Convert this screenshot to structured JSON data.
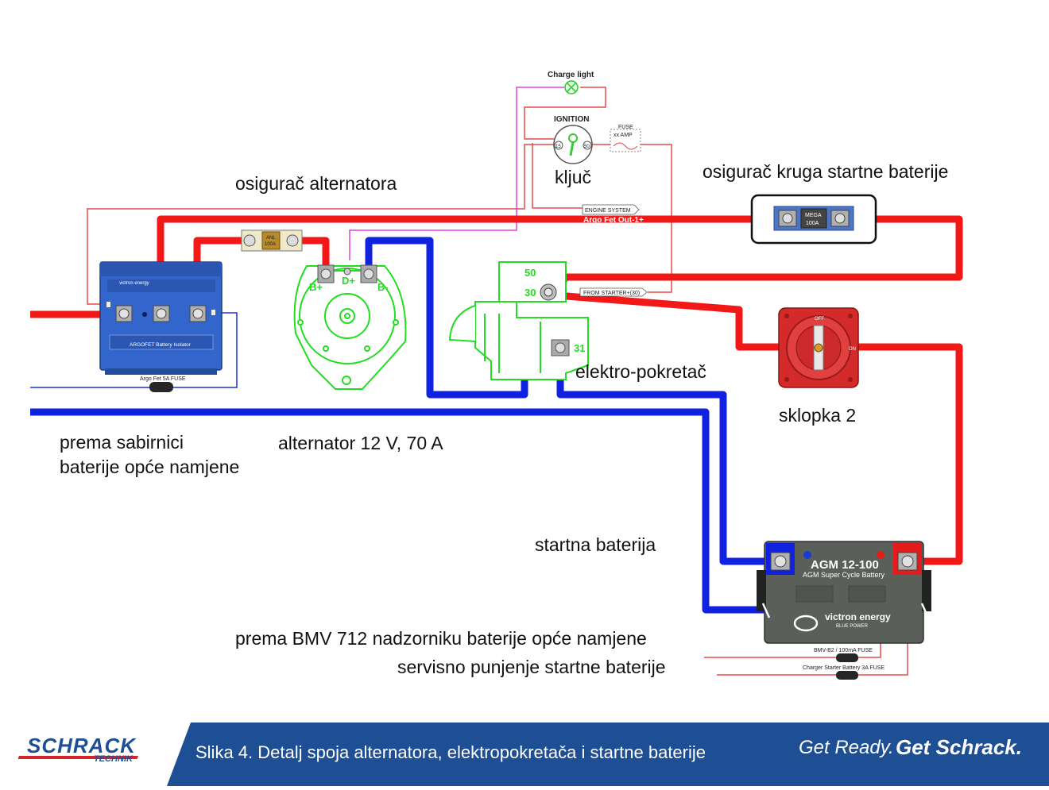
{
  "labels": {
    "alternator_fuse": "osigurač alternatora",
    "key": "ključ",
    "starter_fuse": "osigurač kruga startne baterije",
    "starter_motor": "elektro-pokretač",
    "switch2": "sklopka 2",
    "to_busbar_line1": "prema sabirnici",
    "to_busbar_line2": "baterije opće namjene",
    "alternator": "alternator 12 V, 70 A",
    "start_battery": "startna baterija",
    "to_bmv": "prema BMV 712 nadzorniku baterije opće namjene",
    "service_charge": "servisno punjenje startne baterije"
  },
  "components": {
    "charge_light": "Charge light",
    "ignition": "IGNITION",
    "ignition_15": "15",
    "ignition_50": "50",
    "fuse_title": "FUSE",
    "fuse_value": "xx AMP",
    "engine_system": "ENGINE SYSTEM",
    "argo_out": "Argo Fet Out-1+",
    "from_starter": "FROM STARTER+(30)",
    "anl_fuse_brand": "ANL",
    "anl_fuse_value": "100A",
    "mega_fuse_brand": "MEGA",
    "mega_fuse_value": "100A",
    "isolator_brand": "victron energy",
    "isolator_name": "ARGOFET Battery Isolator",
    "argo_fuse": "Argo Fet 5A FUSE",
    "alt_bplus": "B+",
    "alt_dplus": "D+",
    "alt_bminus": "B-",
    "starter_50": "50",
    "starter_30": "30",
    "starter_31": "31",
    "switch_off": "OFF",
    "switch_on": "ON",
    "battery_model": "AGM 12-100",
    "battery_type": "AGM Super Cycle Battery",
    "battery_brand": "victron energy",
    "battery_sub": "BLUE POWER",
    "bmv_fuse": "BMV-B2 / 100mA FUSE",
    "charger_fuse": "Charger Starter Battery 3A FUSE"
  },
  "footer": {
    "logo": "SCHRACK",
    "logo_sub": "TECHNIK",
    "caption": "Slika 4. Detalj spoja alternatora, elektropokretača i startne baterije",
    "slogan_light": "Get Ready.",
    "slogan_bold": "Get Schrack."
  },
  "colors": {
    "positive": "#f21818",
    "negative": "#1022e0",
    "alternator": "#22dd22",
    "isolator": "#3366cc",
    "battery": "#5a5f5a",
    "footer": "#1e4f95",
    "switch": "#d42a2a"
  }
}
